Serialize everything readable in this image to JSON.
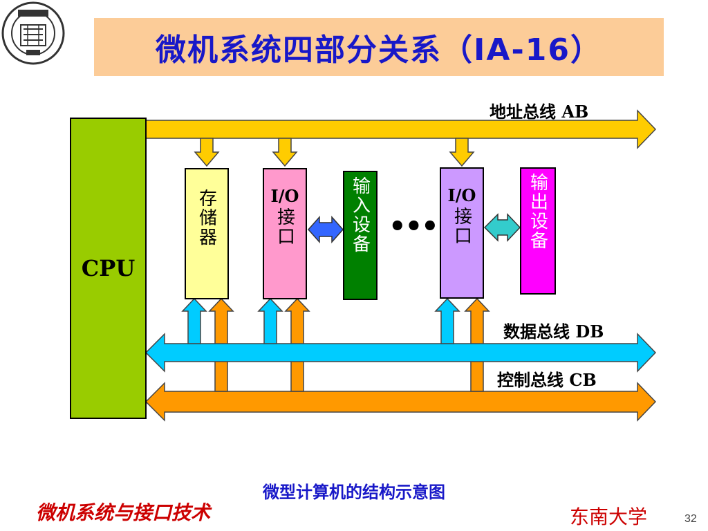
{
  "slide": {
    "title": "微机系统四部分关系（IA-16）",
    "caption": "微型计算机的结构示意图",
    "footer_left": "微机系统与接口技术",
    "footer_right": "东南大学",
    "page_number": "32"
  },
  "buses": {
    "address": "地址总线 AB",
    "data": "数据总线 DB",
    "control": "控制总线 CB"
  },
  "blocks": {
    "cpu": "CPU",
    "memory": "存储器",
    "io1_top": "I/O",
    "io1_bottom": "接口",
    "input_device": "输入设备",
    "io2_top": "I/O",
    "io2_bottom": "接口",
    "output_device": "输出设备",
    "ellipsis": "•••"
  },
  "colors": {
    "title_bg": "#fccc98",
    "title_text": "#1818c8",
    "cpu": "#99cc00",
    "memory": "#ffff99",
    "io1": "#ff99cc",
    "input_device": "#008000",
    "io2": "#cc99ff",
    "output_device": "#ff00ff",
    "address_bus": "#ffcc00",
    "data_bus": "#00ccff",
    "control_bus": "#ff9900",
    "left_link": "#3366ff",
    "right_link": "#33cccc",
    "footer_text": "#cc0000"
  }
}
